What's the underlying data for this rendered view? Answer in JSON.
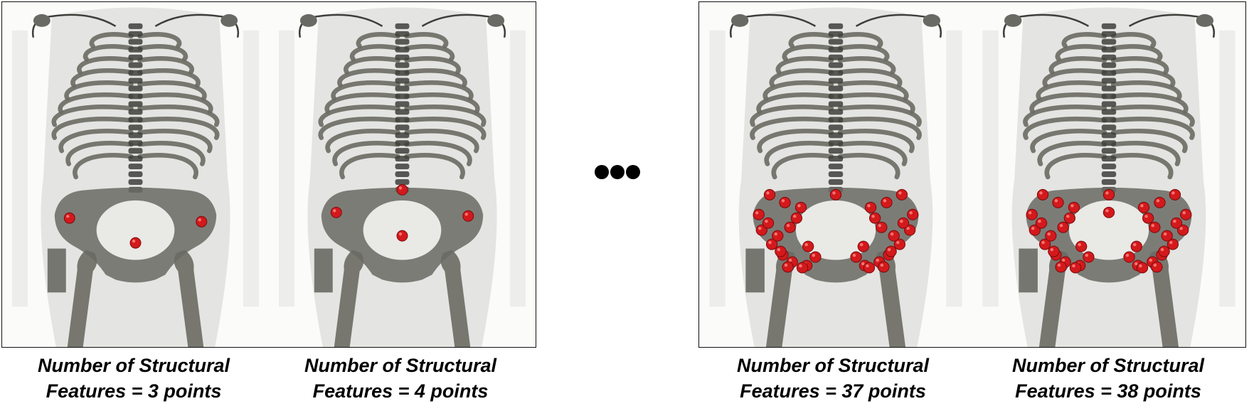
{
  "colors": {
    "background": "#ffffff",
    "frame": "#111111",
    "bone": "#6a6a64",
    "bone_dark": "#3e3e3a",
    "point": "#d3191c",
    "point_highlight": "#ff8a86"
  },
  "ellipsis_icon": "three-dots-icon",
  "panels": [
    {
      "caption_line1": "Number of Structural",
      "caption_line2": "Features = 3 points",
      "point_count": 3
    },
    {
      "caption_line1": "Number of Structural",
      "caption_line2": "Features = 4 points",
      "point_count": 4
    },
    {
      "caption_line1": "Number of Structural",
      "caption_line2": "Features = 37 points",
      "point_count": 37
    },
    {
      "caption_line1": "Number of Structural",
      "caption_line2": "Features = 38 points",
      "point_count": 38
    }
  ]
}
